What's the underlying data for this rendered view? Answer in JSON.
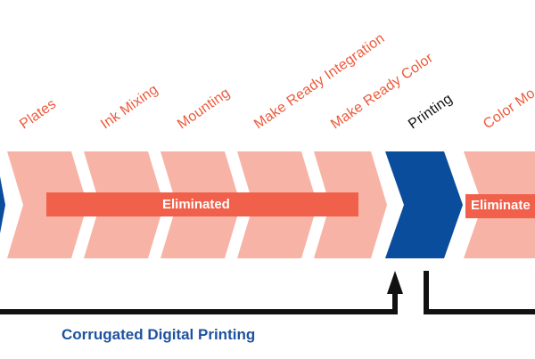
{
  "steps": [
    {
      "label": "Plates",
      "status": "eliminated"
    },
    {
      "label": "Ink Mixing",
      "status": "eliminated"
    },
    {
      "label": "Mounting",
      "status": "eliminated"
    },
    {
      "label": "Make Ready Integration",
      "status": "eliminated"
    },
    {
      "label": "Make Ready Color",
      "status": "eliminated"
    },
    {
      "label": "Printing",
      "status": "kept"
    },
    {
      "label": "Color Mo",
      "status": "eliminated"
    }
  ],
  "eliminated_bars": [
    {
      "label": "Eliminated"
    },
    {
      "label": "Eliminate"
    }
  ],
  "caption": "Corrugated Digital Printing",
  "colors": {
    "eliminated_chevron": "#f7b3a6",
    "eliminated_bar": "#f0604a",
    "eliminated_label": "#ed5a3c",
    "kept_chevron": "#0a4d9c",
    "kept_label": "#111111",
    "flow_line": "#111111",
    "caption": "#1e52a0"
  },
  "icons": {
    "flow_arrow": "up-arrow-icon"
  }
}
